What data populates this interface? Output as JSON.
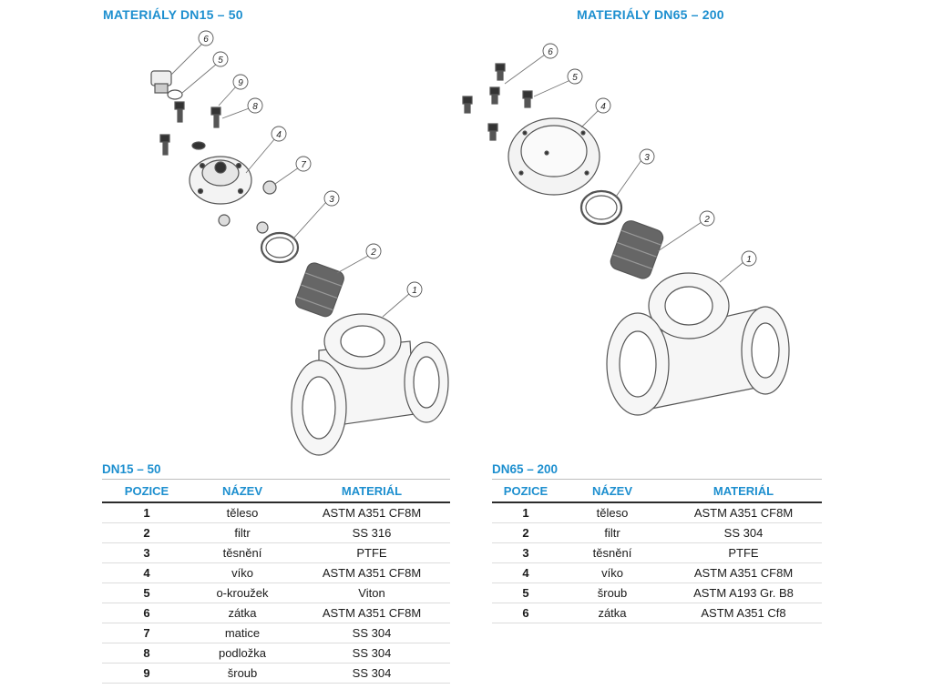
{
  "left": {
    "drawing_title": "MATERIÁLY DN15 – 50",
    "callouts": [
      "6",
      "5",
      "9",
      "8",
      "4",
      "7",
      "3",
      "2",
      "1"
    ],
    "table_title": "DN15 – 50",
    "headers": {
      "pozice": "POZICE",
      "nazev": "NÁZEV",
      "material": "MATERIÁL"
    },
    "rows": [
      {
        "pos": "1",
        "name": "těleso",
        "material": "ASTM A351 CF8M"
      },
      {
        "pos": "2",
        "name": "filtr",
        "material": "SS 316"
      },
      {
        "pos": "3",
        "name": "těsnění",
        "material": "PTFE"
      },
      {
        "pos": "4",
        "name": "víko",
        "material": "ASTM A351 CF8M"
      },
      {
        "pos": "5",
        "name": "o-kroužek",
        "material": "Viton"
      },
      {
        "pos": "6",
        "name": "zátka",
        "material": "ASTM A351 CF8M"
      },
      {
        "pos": "7",
        "name": "matice",
        "material": "SS 304"
      },
      {
        "pos": "8",
        "name": "podložka",
        "material": "SS 304"
      },
      {
        "pos": "9",
        "name": "šroub",
        "material": "SS 304"
      }
    ]
  },
  "right": {
    "drawing_title": "MATERIÁLY DN65 – 200",
    "callouts": [
      "6",
      "5",
      "4",
      "3",
      "2",
      "1"
    ],
    "table_title": "DN65 – 200",
    "headers": {
      "pozice": "POZICE",
      "nazev": "NÁZEV",
      "material": "MATERIÁL"
    },
    "rows": [
      {
        "pos": "1",
        "name": "těleso",
        "material": "ASTM A351 CF8M"
      },
      {
        "pos": "2",
        "name": "filtr",
        "material": "SS 304"
      },
      {
        "pos": "3",
        "name": "těsnění",
        "material": "PTFE"
      },
      {
        "pos": "4",
        "name": "víko",
        "material": "ASTM A351 CF8M"
      },
      {
        "pos": "5",
        "name": "šroub",
        "material": "ASTM A193 Gr. B8"
      },
      {
        "pos": "6",
        "name": "zátka",
        "material": "ASTM A351 Cf8"
      }
    ]
  },
  "colors": {
    "accent": "#1d8fcf",
    "line": "#555555"
  }
}
